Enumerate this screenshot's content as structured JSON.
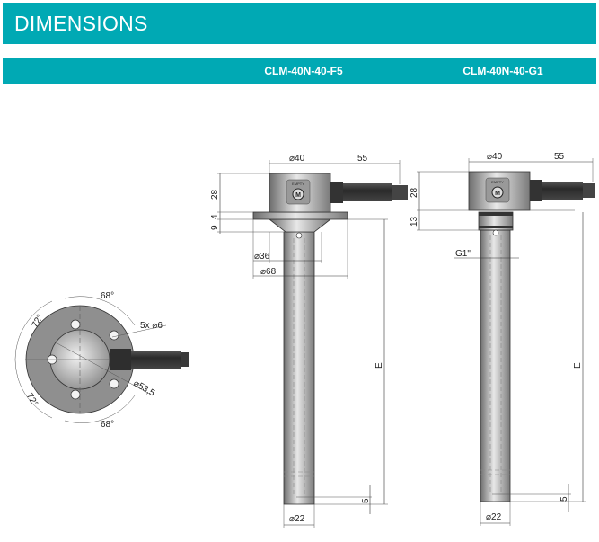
{
  "header": {
    "title": "DIMENSIONS"
  },
  "models": [
    "CLM-40N-40-F5",
    "CLM-40N-40-G1"
  ],
  "colors": {
    "accent": "#00a9b4"
  },
  "top_view": {
    "angle_top": "68°",
    "angle_bottom": "68°",
    "angle_left_top": "72°",
    "angle_left_bottom": "72°",
    "holes": "5x ⌀6",
    "pcd": "⌀53,5"
  },
  "f5": {
    "d_head": "⌀40",
    "cable": "55",
    "h_head": "28",
    "flange_t": "4",
    "cone_h": "9",
    "d_cone": "⌀36",
    "d_flange": "⌀68",
    "length": "E",
    "bottom": "5",
    "d_tube": "⌀22",
    "label": "EMPTY",
    "button": "M"
  },
  "g1": {
    "d_head": "⌀40",
    "cable": "55",
    "h_head": "28",
    "nut_h": "13",
    "thread": "G1\"",
    "length": "E",
    "bottom": "5",
    "d_tube": "⌀22",
    "label": "EMPTY",
    "button": "M"
  }
}
